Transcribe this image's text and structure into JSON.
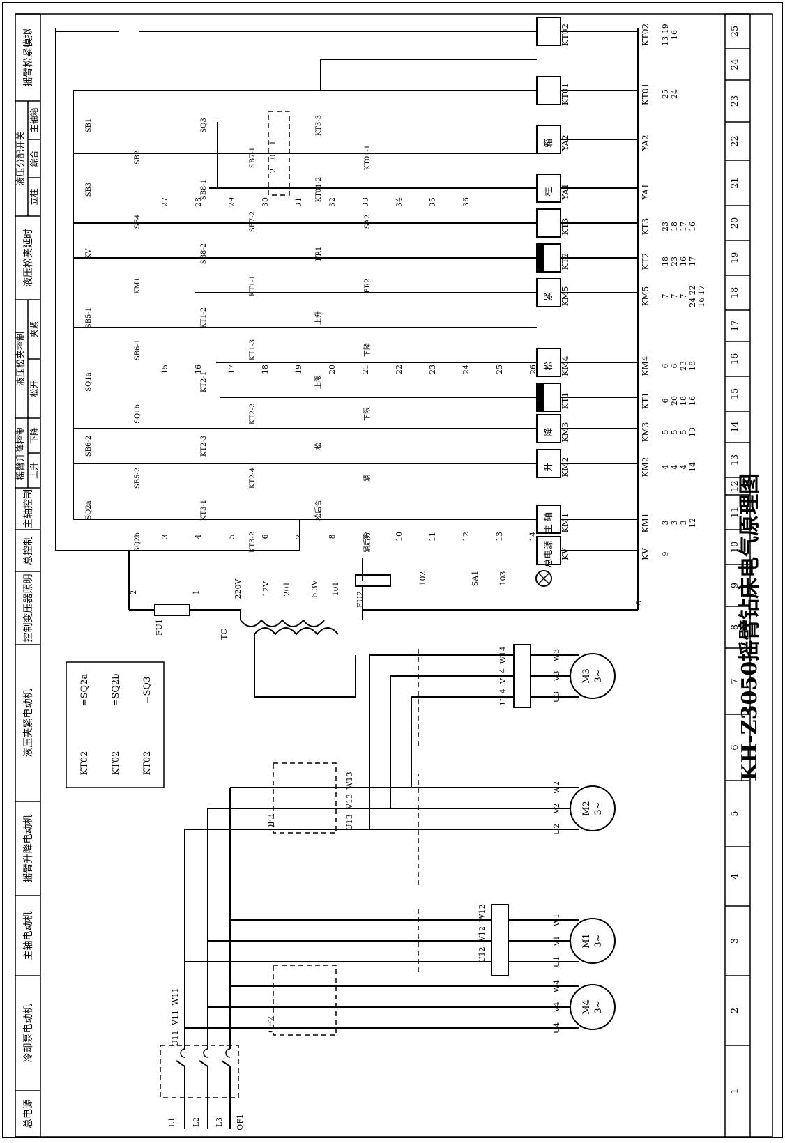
{
  "title": "KH-Z3050摇臂钻床电气原理图",
  "sections": [
    {
      "name": "总电源"
    },
    {
      "name": "冷却泵电动机"
    },
    {
      "name": "主轴电动机"
    },
    {
      "name": "摇臂升降电动机"
    },
    {
      "name": "液压夹紧电动机"
    },
    {
      "name": "控制变压器照明"
    },
    {
      "name": "总控制"
    },
    {
      "name": "主轴控制"
    },
    {
      "name": "摇臂升降控制",
      "sub": [
        "上升",
        "下降"
      ]
    },
    {
      "name": "液压松夹控制",
      "sub": [
        "松开",
        "夹紧"
      ]
    },
    {
      "name": "液压松夹延时"
    },
    {
      "name": "液压分配开关",
      "sub": [
        "立柱",
        "综合",
        "主轴箱"
      ]
    },
    {
      "name": "摇臂松紧模拟"
    }
  ],
  "column_numbers": [
    "1",
    "2",
    "3",
    "4",
    "5",
    "6",
    "7",
    "8",
    "9",
    "10",
    "11",
    "12",
    "13",
    "14",
    "15",
    "16",
    "17",
    "18",
    "19",
    "20",
    "21",
    "22",
    "23",
    "24",
    "25"
  ],
  "coils": [
    {
      "id": "kv",
      "symbol": "总电源",
      "tag": "KV",
      "contacts": [
        "9"
      ]
    },
    {
      "id": "km1",
      "symbol": "主 轴",
      "tag": "KM1",
      "contacts": [
        "3",
        "3",
        "3",
        "12"
      ]
    },
    {
      "id": "km2",
      "symbol": "升",
      "tag": "KM2",
      "contacts": [
        "4",
        "4",
        "4",
        "14"
      ]
    },
    {
      "id": "km3",
      "symbol": "降",
      "tag": "KM3",
      "contacts": [
        "5",
        "5",
        "5",
        "13"
      ]
    },
    {
      "id": "kt1",
      "symbol": "",
      "tag": "KT1",
      "contacts": [
        "6",
        "20",
        "18",
        "16"
      ]
    },
    {
      "id": "km4",
      "symbol": "松",
      "tag": "KM4",
      "contacts": [
        "6",
        "6",
        "23",
        "18"
      ]
    },
    {
      "id": "km5",
      "symbol": "紧",
      "tag": "KM5",
      "contacts": [
        "7",
        "7",
        "7",
        "24 22",
        "16 17"
      ]
    },
    {
      "id": "kt2",
      "symbol": "",
      "tag": "KT2",
      "contacts": [
        "18",
        "23",
        "16",
        "17"
      ]
    },
    {
      "id": "kt3",
      "symbol": "",
      "tag": "KT3",
      "contacts": [
        "23",
        "18",
        "17",
        "16"
      ]
    },
    {
      "id": "ya1",
      "symbol": "柱",
      "tag": "YA1",
      "contacts": []
    },
    {
      "id": "ya2",
      "symbol": "箱",
      "tag": "YA2",
      "contacts": []
    },
    {
      "id": "kt01",
      "symbol": "",
      "tag": "KT01",
      "contacts": [
        "25",
        "24"
      ]
    },
    {
      "id": "kt02",
      "symbol": "",
      "tag": "KT02",
      "contacts": [
        "13 19",
        "16"
      ]
    }
  ],
  "motors": [
    {
      "id": "m4",
      "name": "M4",
      "phase": "3~",
      "terminals": [
        "U4",
        "V4",
        "W4"
      ]
    },
    {
      "id": "m1",
      "name": "M1",
      "phase": "3~",
      "terminals": [
        "U1",
        "V1",
        "W1"
      ]
    },
    {
      "id": "m2",
      "name": "M2",
      "phase": "3~",
      "terminals": [
        "U2",
        "V2",
        "W2"
      ]
    },
    {
      "id": "m3",
      "name": "M3",
      "phase": "3~",
      "terminals": [
        "U3",
        "V3",
        "W3"
      ]
    }
  ],
  "legend": [
    {
      "device": "KT02",
      "ref": "SQ2a"
    },
    {
      "device": "KT02",
      "ref": "SQ2b"
    },
    {
      "device": "KT02",
      "ref": "SQ3"
    }
  ],
  "labels": {
    "supply": [
      "L1",
      "L2",
      "L3",
      "QF1",
      "QF2",
      "QF3"
    ],
    "wires": [
      "U11",
      "V11",
      "W11",
      "U12",
      "V12",
      "W12",
      "U13",
      "V13",
      "W13",
      "U14",
      "V14",
      "W14"
    ],
    "transformer": [
      "TC",
      "220V",
      "12V",
      "6.3V",
      "201",
      "101",
      "FU1",
      "FU2",
      "SA1",
      "102",
      "103",
      "1",
      "2",
      "0"
    ],
    "devices": [
      "SB1",
      "SB2",
      "SB3",
      "SB4",
      "KV",
      "KM1",
      "SB5-1",
      "SB6-1",
      "SQ1a",
      "SQ1b",
      "SB6-2",
      "SB5-2",
      "SQ2a",
      "SQ2b",
      "SQ3",
      "SB7-1",
      "SB8-1",
      "SB7-2",
      "SB8-2",
      "KT1-1",
      "KT1-2",
      "KT1-3",
      "KT2-1",
      "KT2-2",
      "KT2-3",
      "KT2-4",
      "KT3-1",
      "KT3-2",
      "KT3-3",
      "KT01-1",
      "KT01-2",
      "SA2",
      "FR1",
      "FR2",
      "上升",
      "下降",
      "上限",
      "下限",
      "松",
      "紧",
      "松后合",
      "紧后分"
    ],
    "nodes": [
      "3",
      "4",
      "5",
      "6",
      "7",
      "8",
      "9",
      "10",
      "11",
      "12",
      "13",
      "14",
      "15",
      "16",
      "17",
      "18",
      "19",
      "20",
      "21",
      "22",
      "23",
      "24",
      "25",
      "26",
      "27",
      "28",
      "29",
      "30",
      "31",
      "32",
      "33",
      "34",
      "35",
      "36"
    ],
    "sa2_positions": [
      "1",
      "0",
      "2"
    ]
  }
}
